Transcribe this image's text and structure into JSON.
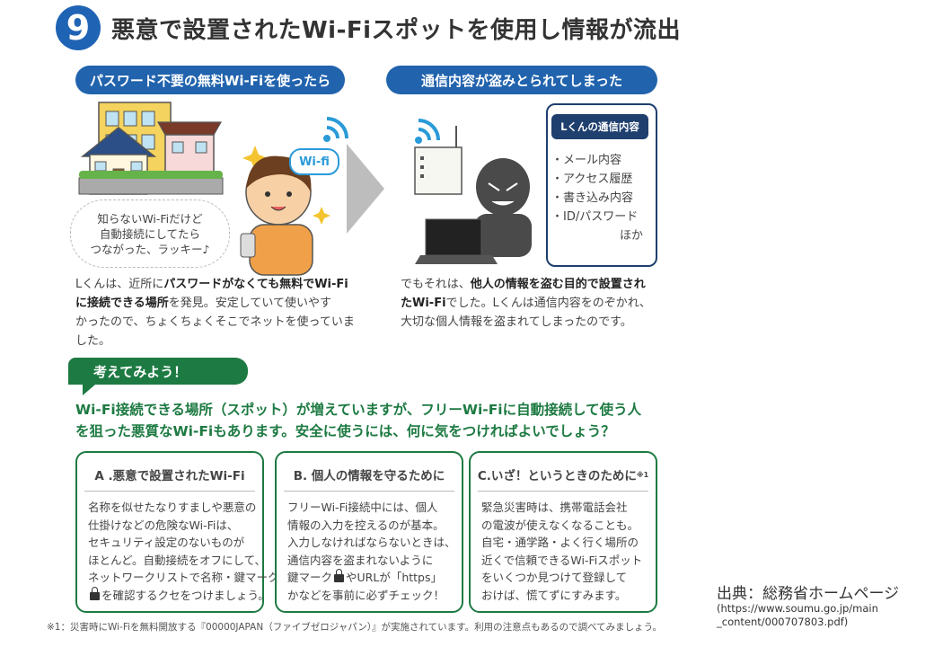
{
  "title": {
    "number": "9",
    "text": "悪意で設置されたWi-Fiスポットを使用し情報が流出"
  },
  "banners": {
    "left": "パスワード不要の無料Wi-Fiを使ったら",
    "right": "通信内容が盗みとられてしまった"
  },
  "bubble": [
    "知らないWi-Fiだけど",
    "自動接続にしてたら",
    "つながった、ラッキー♪"
  ],
  "wifi_tag": "Wi-fi",
  "lkun_box": {
    "title": "Lくんの通信内容",
    "items": [
      "・メール内容",
      "・アクセス履歴",
      "・書き込み内容",
      "・ID/パスワード"
    ],
    "last": "ほか"
  },
  "left_para": {
    "l1a": "Lくんは、近所に",
    "l1b": "パスワードがなくても無料でWi-Fi",
    "l2a": "に接続できる場所",
    "l2b": "を発見。安定していて使いやす",
    "l3": "かったので、ちょくちょくそこでネットを使っていました。"
  },
  "right_para": {
    "l1a": "でもそれは、",
    "l1b": "他人の情報を盗む目的で設置され",
    "l2a": "たWi-Fi",
    "l2b": "でした。Lくんは通信内容をのぞかれ、",
    "l3": "大切な個人情報を盗まれてしまったのです。"
  },
  "think_label": "考えてみよう！",
  "lead": [
    "Wi-Fi接続できる場所（スポット）が増えていますが、フリーWi-Fiに自動接続して使う人",
    "を狙った悪質なWi-Fiもあります。安全に使うには、何に気をつければよいでしょう？"
  ],
  "cards": {
    "a": {
      "head": "A .悪意で設置されたWi-Fi",
      "lines": [
        "名称を似せたなりすましや悪意の",
        "仕掛けなどの危険なWi-Fiは、",
        "セキュリティ設定のないものが",
        "ほとんど。自動接続をオフにして、",
        "ネットワークリストで名称・鍵マーク"
      ],
      "last": "を確認するクセをつけましょう。"
    },
    "b": {
      "head": "B. 個人の情報を守るために",
      "lines": [
        "フリーWi-Fi接続中には、個人",
        "情報の入力を控えるのが基本。",
        "入力しなければならないときは、",
        "通信内容を盗まれないように"
      ],
      "lock_a": "鍵マーク",
      "lock_b": "やURLが「https」",
      "last": "かなどを事前に必ずチェック！"
    },
    "c": {
      "head": "C.いざ！というときのために",
      "sup": "※1",
      "lines": [
        "緊急災害時は、携帯電話会社",
        "の電波が使えなくなることも。",
        "自宅・通学路・よく行く場所の",
        "近くで信頼できるWi-Fiスポット",
        "をいくつか見つけて登録して",
        "おけば、慌てずにすみます。"
      ]
    }
  },
  "footnote": "※1：災害時にWi-Fiを無料開放する『00000JAPAN（ファイブゼロジャパン）』が実施されています。利用の注意点もあるので調べてみましょう。",
  "source": {
    "label": "出典：総務省ホームページ",
    "url1": "(https://www.soumu.go.jp/main",
    "url2": "_content/000707803.pdf)"
  },
  "colors": {
    "blue": "#2163ad",
    "green": "#1d7a42",
    "navy": "#1f3f6e"
  }
}
